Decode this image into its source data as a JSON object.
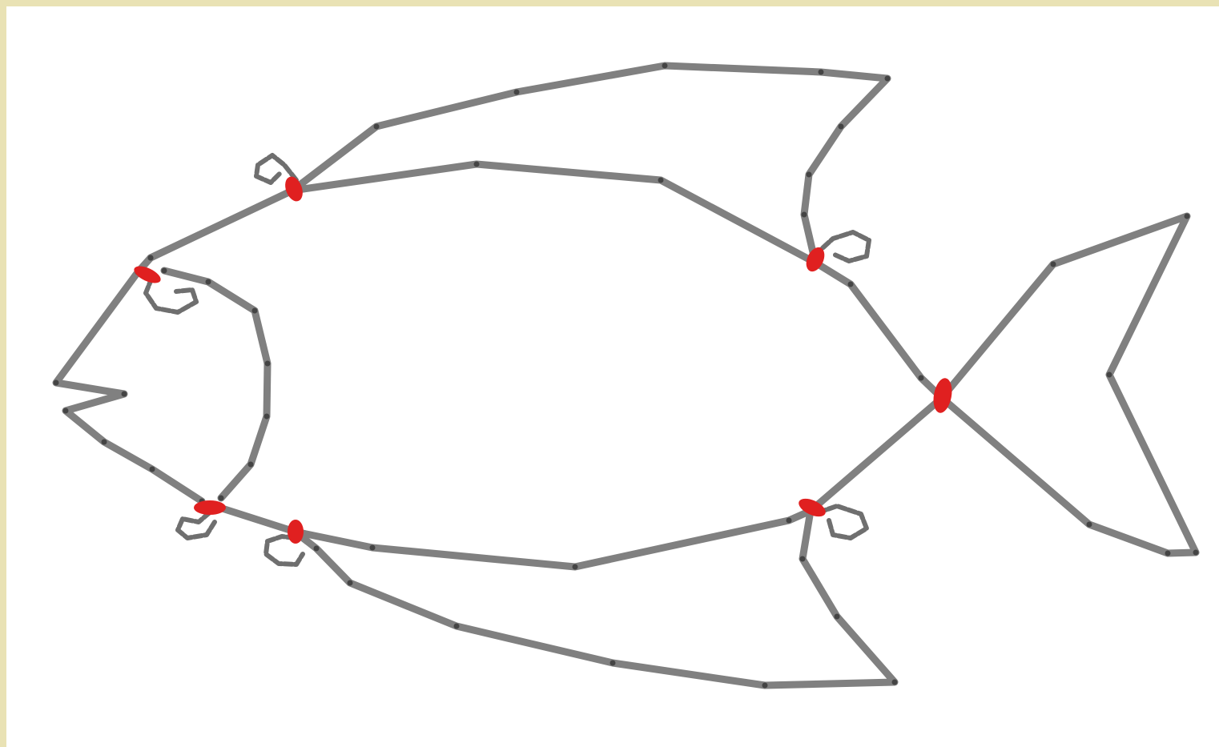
{
  "figure": {
    "background_color": "#e9e2b4",
    "canvas_color": "#ffffff",
    "segment_color": "#808080",
    "joint_color": "#444444",
    "connector_color": "#e02020",
    "components": [
      "head-outline",
      "gill-arc",
      "body-upper-edge",
      "body-lower-edge",
      "dorsal-fin",
      "ventral-fin",
      "tail-fin",
      "hinge-loop"
    ]
  }
}
